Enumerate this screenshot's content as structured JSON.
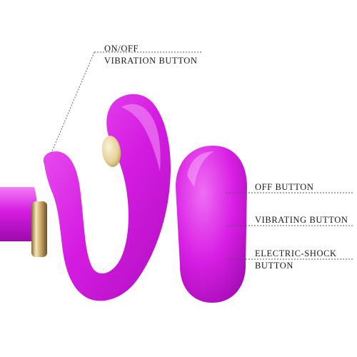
{
  "callouts": {
    "onoff_line1": "ON/OFF",
    "onoff_line2": "VIBRATION BUTTON",
    "off_button": "OFF BUTTON",
    "vibrating_button": "VIBRATING BUTTON",
    "shock_line1": "ELECTRIC-SHOCK",
    "shock_line2": "BUTTON"
  },
  "colors": {
    "body": "#d81ee4",
    "body_dark": "#a80cb8",
    "body_light": "#f06af4",
    "gold": "#e8d49a",
    "line": "#555555"
  },
  "icons": {
    "device": "curved-vibrator-icon",
    "remote": "remote-control-icon",
    "button": "round-button-icon"
  }
}
